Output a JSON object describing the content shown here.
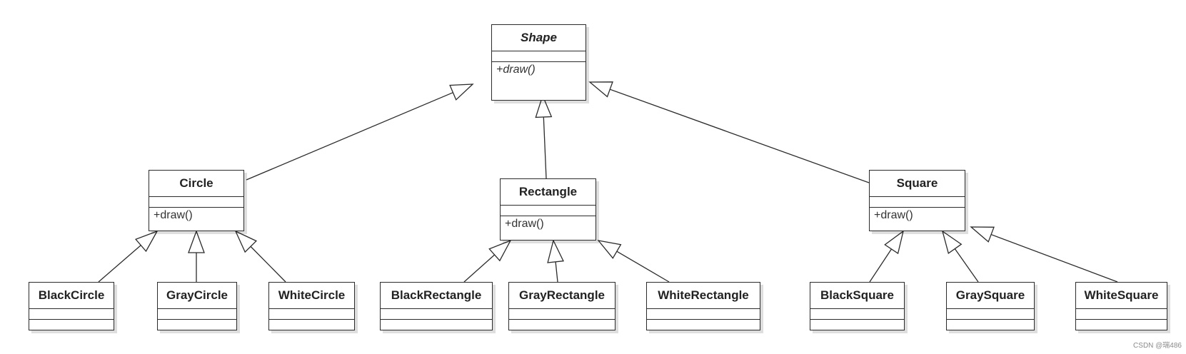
{
  "classes": {
    "shape": {
      "name": "Shape",
      "op": "+draw()"
    },
    "circle": {
      "name": "Circle",
      "op": "+draw()"
    },
    "rectangle": {
      "name": "Rectangle",
      "op": "+draw()"
    },
    "square": {
      "name": "Square",
      "op": "+draw()"
    },
    "black_circle": {
      "name": "BlackCircle"
    },
    "gray_circle": {
      "name": "GrayCircle"
    },
    "white_circle": {
      "name": "WhiteCircle"
    },
    "black_rectangle": {
      "name": "BlackRectangle"
    },
    "gray_rectangle": {
      "name": "GrayRectangle"
    },
    "white_rectangle": {
      "name": "WhiteRectangle"
    },
    "black_square": {
      "name": "BlackSquare"
    },
    "gray_square": {
      "name": "GraySquare"
    },
    "white_square": {
      "name": "WhiteSquare"
    }
  },
  "relations": [
    {
      "from": "Circle",
      "to": "Shape",
      "type": "generalization"
    },
    {
      "from": "Rectangle",
      "to": "Shape",
      "type": "generalization"
    },
    {
      "from": "Square",
      "to": "Shape",
      "type": "generalization"
    },
    {
      "from": "BlackCircle",
      "to": "Circle",
      "type": "generalization"
    },
    {
      "from": "GrayCircle",
      "to": "Circle",
      "type": "generalization"
    },
    {
      "from": "WhiteCircle",
      "to": "Circle",
      "type": "generalization"
    },
    {
      "from": "BlackRectangle",
      "to": "Rectangle",
      "type": "generalization"
    },
    {
      "from": "GrayRectangle",
      "to": "Rectangle",
      "type": "generalization"
    },
    {
      "from": "WhiteRectangle",
      "to": "Rectangle",
      "type": "generalization"
    },
    {
      "from": "BlackSquare",
      "to": "Square",
      "type": "generalization"
    },
    {
      "from": "GraySquare",
      "to": "Square",
      "type": "generalization"
    },
    {
      "from": "WhiteSquare",
      "to": "Square",
      "type": "generalization"
    }
  ],
  "watermark": "CSDN @瑞486"
}
